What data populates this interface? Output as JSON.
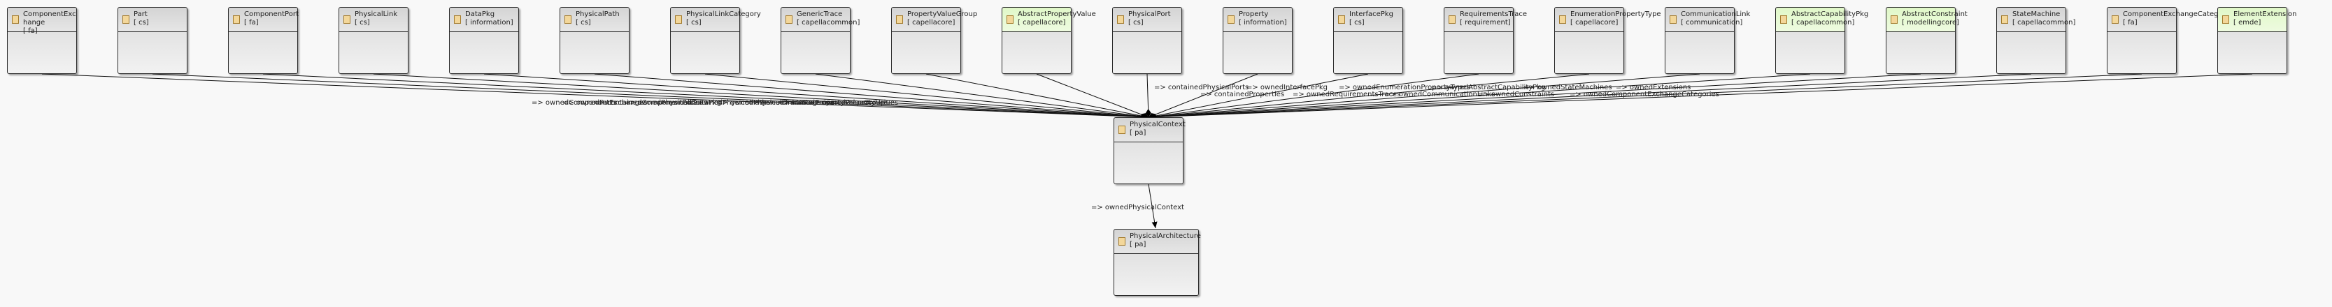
{
  "diagram": {
    "target": {
      "name": "PhysicalContext",
      "package": "[ pa]"
    },
    "root": {
      "name": "PhysicalArchitecture",
      "package": "[ pa]"
    },
    "root_link_label": "=> ownedPhysicalContext",
    "sources": [
      {
        "name": "ComponentExc",
        "name2": "hange",
        "package": "[ fa]",
        "green": false
      },
      {
        "name": "Part",
        "package": "[ cs]",
        "green": false
      },
      {
        "name": "ComponentPort",
        "package": "[ fa]",
        "green": false
      },
      {
        "name": "PhysicalLink",
        "package": "[ cs]",
        "green": false
      },
      {
        "name": "DataPkg",
        "package": "[ information]",
        "green": false
      },
      {
        "name": "PhysicalPath",
        "package": "[ cs]",
        "green": false
      },
      {
        "name": "PhysicalLinkCategory",
        "package": "[ cs]",
        "green": false
      },
      {
        "name": "GenericTrace",
        "package": "[ capellacommon]",
        "green": false
      },
      {
        "name": "PropertyValueGroup",
        "package": "[ capellacore]",
        "green": false
      },
      {
        "name": "AbstractPropertyValue",
        "package": "[ capellacore]",
        "green": true
      },
      {
        "name": "PhysicalPort",
        "package": "[ cs]",
        "green": false
      },
      {
        "name": "Property",
        "package": "[ information]",
        "green": false
      },
      {
        "name": "InterfacePkg",
        "package": "[ cs]",
        "green": false
      },
      {
        "name": "RequirementsTrace",
        "package": "[ requirement]",
        "green": false
      },
      {
        "name": "EnumerationPropertyType",
        "package": "[ capellacore]",
        "green": false
      },
      {
        "name": "CommunicationLink",
        "package": "[ communication]",
        "green": false
      },
      {
        "name": "AbstractCapabilityPkg",
        "package": "[ capellacommon]",
        "green": true
      },
      {
        "name": "AbstractConstraint",
        "package": "[ modellingcore]",
        "green": true
      },
      {
        "name": "StateMachine",
        "package": "[ capellacommon]",
        "green": false
      },
      {
        "name": "ComponentExchangeCategory",
        "package": "[ fa]",
        "green": false
      },
      {
        "name": "ElementExtension",
        "package": "[ emde]",
        "green": true
      }
    ],
    "edge_labels": [
      "=> ownedComponentExchanges",
      "=> ownedParts",
      "=> containedComponentPorts",
      "=> ownedPhysicalLinks",
      "=> ownedDataPkg",
      "=> ownedPhysicalPath",
      "=> ownedPhysicalLinkCategories",
      "=> ownedTraces",
      "=> ownedPropertyValueGroups",
      "=> ownedPropertyValues",
      "=> containedPhysicalPorts",
      "=> containedProperties",
      "=> ownedInterfacePkg",
      "=> ownedRequirementsTraces",
      "=> ownedEnumerationPropertyTypes",
      "=> ownedCommunicationLinks",
      "=> ownedAbstractCapabilityPkg",
      "=> ownedConstraints",
      "=> ownedStateMachines",
      "=> ownedComponentExchangeCategories",
      "=> ownedExtensions"
    ]
  }
}
